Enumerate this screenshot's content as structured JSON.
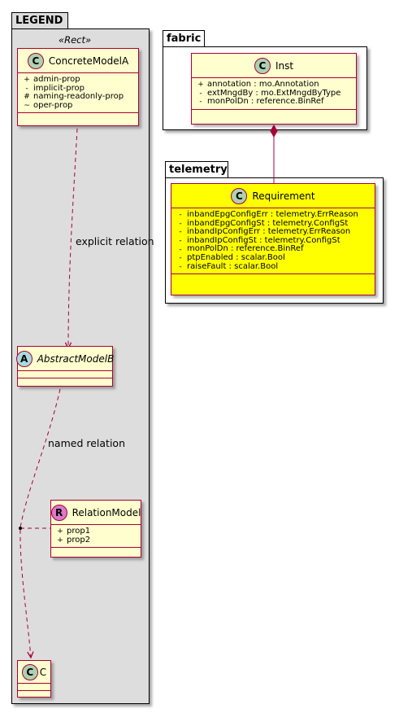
{
  "packages": {
    "legend": {
      "title": "LEGEND",
      "stereotype": "«Rect»"
    },
    "fabric": {
      "title": "fabric"
    },
    "telemetry": {
      "title": "telemetry"
    }
  },
  "classes": {
    "concrete_model_a": {
      "kind_letter": "C",
      "name": "ConcreteModelA",
      "attributes": [
        {
          "vis": "+",
          "text": "admin-prop"
        },
        {
          "vis": "-",
          "text": "implicit-prop"
        },
        {
          "vis": "#",
          "text": "naming-readonly-prop"
        },
        {
          "vis": "~",
          "text": "oper-prop"
        }
      ]
    },
    "abstract_model_b": {
      "kind_letter": "A",
      "name": "AbstractModelB"
    },
    "relation_model": {
      "kind_letter": "R",
      "name": "RelationModel",
      "attributes": [
        {
          "vis": "+",
          "text": "prop1"
        },
        {
          "vis": "+",
          "text": "prop2"
        }
      ]
    },
    "c": {
      "kind_letter": "C",
      "name": "C"
    },
    "inst": {
      "kind_letter": "C",
      "name": "Inst",
      "attributes": [
        {
          "vis": "+",
          "text": "annotation : mo.Annotation"
        },
        {
          "vis": "-",
          "text": "extMngdBy : mo.ExtMngdByType"
        },
        {
          "vis": "-",
          "text": "monPolDn : reference.BinRef"
        }
      ]
    },
    "requirement": {
      "kind_letter": "C",
      "name": "Requirement",
      "attributes": [
        {
          "vis": "-",
          "text": "inbandEpgConfigErr : telemetry.ErrReason"
        },
        {
          "vis": "-",
          "text": "inbandEpgConfigSt : telemetry.ConfigSt"
        },
        {
          "vis": "-",
          "text": "inbandIpConfigErr : telemetry.ErrReason"
        },
        {
          "vis": "-",
          "text": "inbandIpConfigSt : telemetry.ConfigSt"
        },
        {
          "vis": "-",
          "text": "monPolDn : reference.BinRef"
        },
        {
          "vis": "-",
          "text": "ptpEnabled : scalar.Bool"
        },
        {
          "vis": "-",
          "text": "raiseFault : scalar.Bool"
        }
      ]
    }
  },
  "relations": {
    "explicit": {
      "label": "explicit relation"
    },
    "named": {
      "label": "named relation"
    }
  },
  "colors": {
    "class_fill": "#FEFECE",
    "class_border": "#A80036",
    "highlight_fill": "#FFFF00",
    "legend_fill": "#DDDDDD"
  }
}
